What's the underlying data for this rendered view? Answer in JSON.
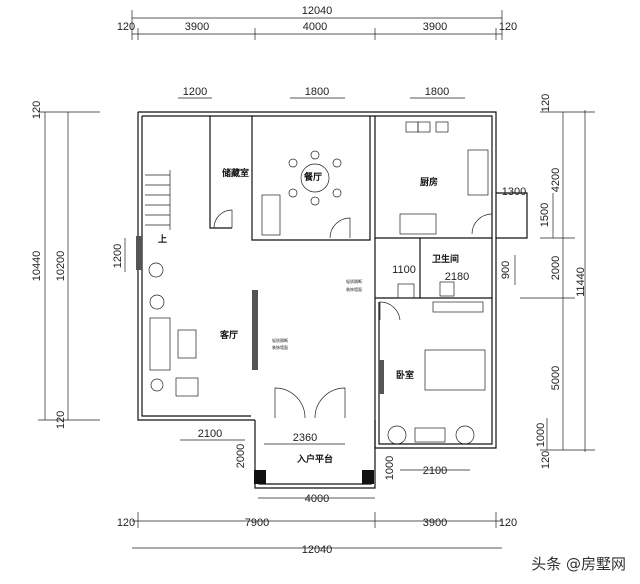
{
  "rooms": {
    "storage": "储藏室",
    "dining": "餐厅",
    "kitchen": "厨房",
    "bathroom": "卫生间",
    "living": "客厅",
    "bedroom": "卧室",
    "entry_platform": "入户平台",
    "stair_up": "上"
  },
  "notes": {
    "partition_1": [
      "轻质隔断",
      "装饰墙面"
    ],
    "partition_2": [
      "轻质隔断",
      "装饰墙面"
    ]
  },
  "dimensions": {
    "top_total": "12040",
    "top_segments": [
      "120",
      "3900",
      "4000",
      "3900",
      "120"
    ],
    "top_windows": [
      "1200",
      "1800",
      "1800"
    ],
    "bottom_total": "12040",
    "bottom_segments": [
      "120",
      "7900",
      "3900",
      "120"
    ],
    "bottom_inner": [
      "2100",
      "2360",
      "2100",
      "4000"
    ],
    "left": [
      "120",
      "10440",
      "10200",
      "120",
      "1200"
    ],
    "right": [
      "120",
      "4200",
      "2000",
      "5000",
      "120",
      "11440",
      "1500",
      "1000",
      "900",
      "1300"
    ],
    "interior": [
      "1100",
      "2180",
      "2000",
      "1000"
    ]
  },
  "watermark": "头条 @房墅网"
}
